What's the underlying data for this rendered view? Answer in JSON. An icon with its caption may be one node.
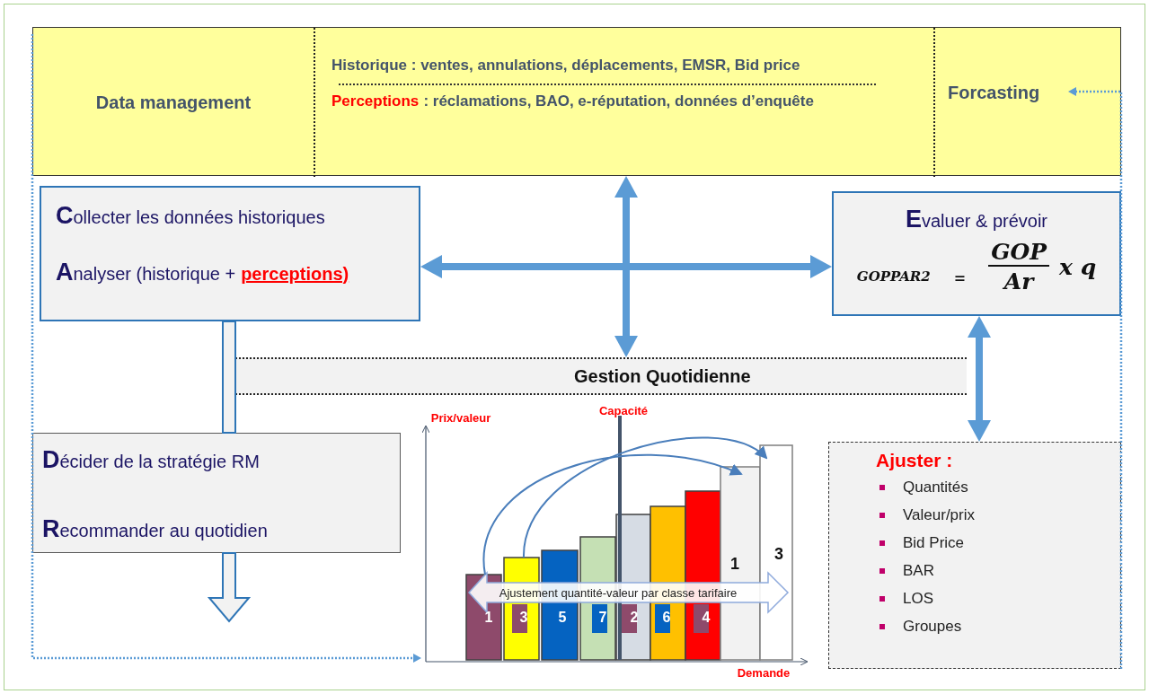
{
  "diagram": {
    "nodes": [
      {
        "text": [],
        "shape": "box"
      },
      {
        "text": [
          "Data management"
        ],
        "in": 0
      },
      {
        "text": [
          "Historique : ventes, annulations, déplacements, EMSR, Bid price",
          "Perceptions",
          ": réclamations, BAO, e-réputation, données d’enquête"
        ],
        "in": 0
      },
      {
        "text": [
          "Forcasting"
        ],
        "in": 0
      },
      {
        "text": [
          "**C**ollecter les données historiques",
          "**A**nalyser (historique +",
          "perceptions)"
        ]
      },
      {
        "text": [
          "**E**valuer & prévoir",
          "GOPPAR2",
          "=",
          "GOP",
          "Ar",
          "x q"
        ]
      },
      {
        "text": [
          "Gestion Quotidienne"
        ]
      },
      {
        "text": [
          "**D**écider de la stratégie RM",
          "**R**ecommander au quotidien"
        ]
      },
      {
        "text": [
          "Ajuster :",
          "Quantités",
          "Valeur/prix",
          "Bid Price",
          "BAR",
          "LOS",
          "Groupes"
        ]
      },
      {
        "text": [],
        "shape": "picture"
      }
    ],
    "edges": [
      {
        "from": 4,
        "to": 5,
        "arrow": "both"
      },
      {
        "from": 2,
        "to": 6,
        "arrow": "both"
      },
      {
        "from": 5,
        "to": 8,
        "arrow": "both"
      },
      {
        "from": 4,
        "to": 7,
        "arrow": "none",
        "color": "#f2f2f2"
      },
      {
        "from": 7,
        "to": null,
        "arrow": "to",
        "color": "#f2f2f2"
      },
      {
        "from": 8,
        "to": 3,
        "arrow": "to",
        "style": "dashed"
      },
      {
        "from": 1,
        "to": 9,
        "arrow": "to",
        "style": "dashed"
      }
    ],
    "labels": [
      "Prix/valeur",
      "Capacité",
      "1",
      "3",
      "Ajustement quantité-valeur par classe tarifaire",
      "1",
      "3",
      "5",
      "7",
      "2",
      "6",
      "4",
      "Demande"
    ]
  }
}
